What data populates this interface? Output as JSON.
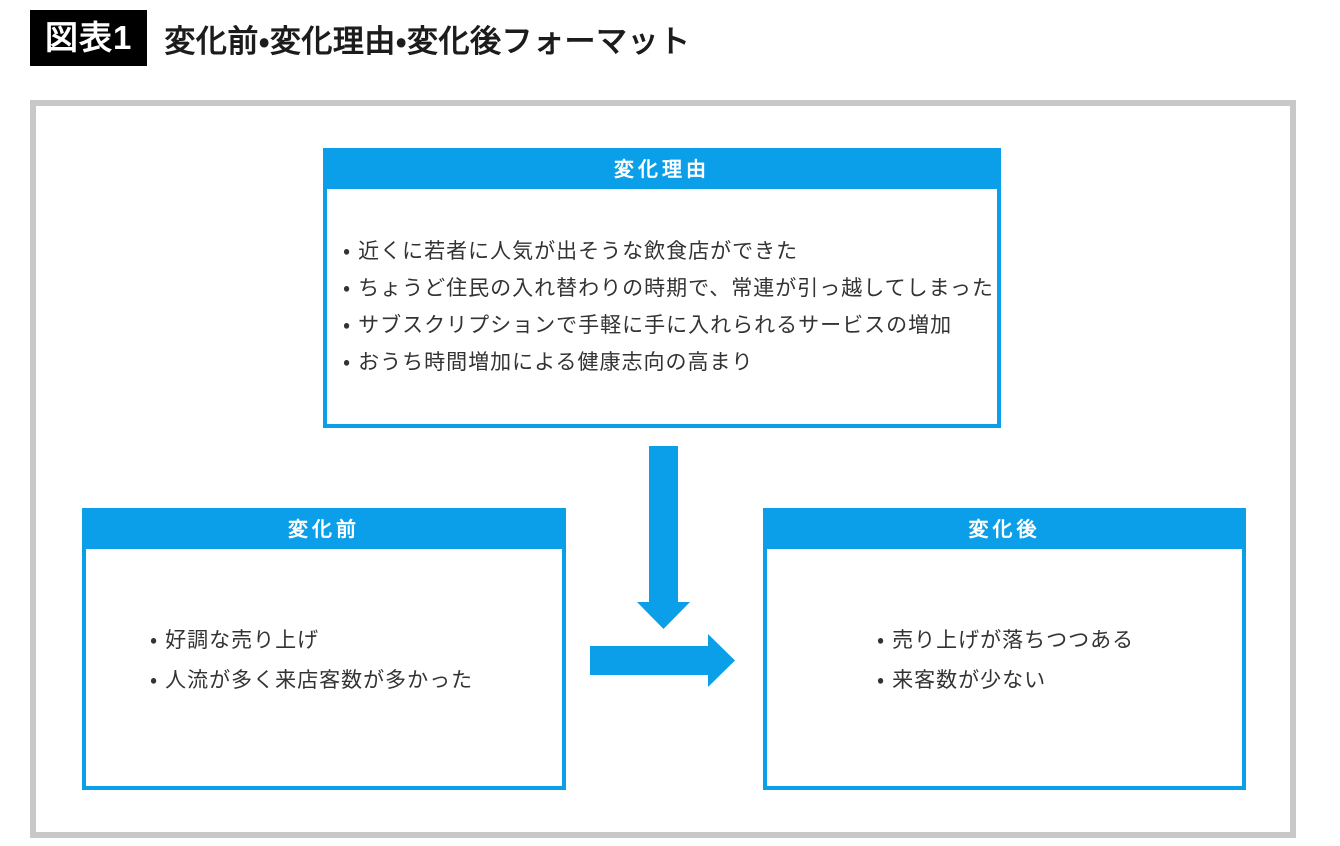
{
  "title": {
    "badge": "図表1",
    "text": "変化前・変化理由・変化後フォーマット"
  },
  "colors": {
    "accent": "#0a9fe8",
    "frame_border": "#c8c8c8",
    "badge_bg": "#000000",
    "body_text": "#333333",
    "title_text": "#1c1c1c"
  },
  "bullet_char": "・",
  "boxes": {
    "reason": {
      "header": "変化理由",
      "items": [
        "近くに若者に人気が出そうな飲食店ができた",
        "ちょうど住民の入れ替わりの時期で、常連が引っ越してしまった",
        "サブスクリプションで手軽に手に入れられるサービスの増加",
        "おうち時間増加による健康志向の高まり"
      ]
    },
    "before": {
      "header": "変化前",
      "items": [
        "好調な売り上げ",
        "人流が多く来店客数が多かった"
      ]
    },
    "after": {
      "header": "変化後",
      "items": [
        "売り上げが落ちつつある",
        "来客数が少ない"
      ]
    }
  }
}
